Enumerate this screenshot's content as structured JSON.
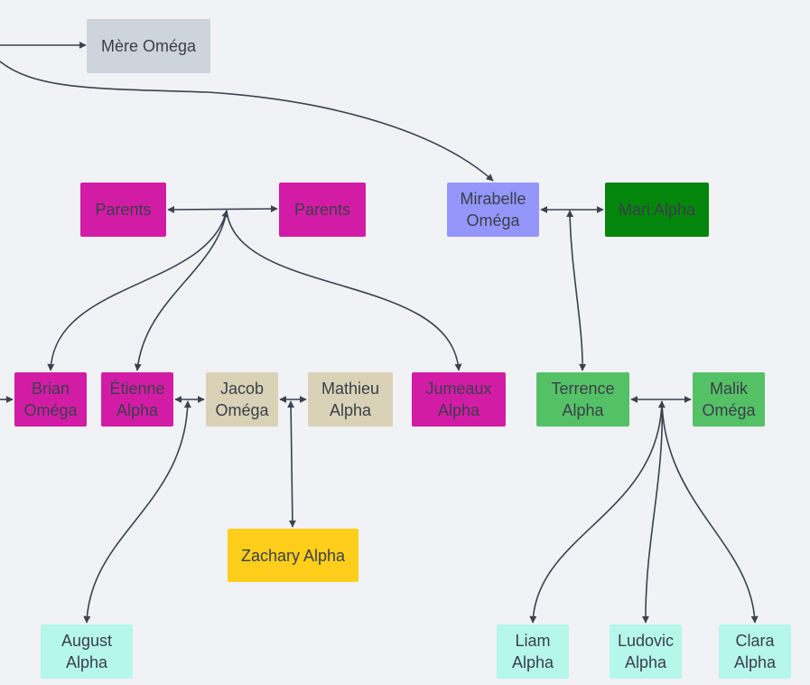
{
  "colors": {
    "background": "#f1f2f5",
    "edge": "#3c4150",
    "gray": "#ced4dc",
    "magenta": "#d31ca6",
    "lavender": "#9596fb",
    "dark_green": "#04850b",
    "beige": "#d9d2b7",
    "green": "#55c166",
    "yellow": "#fece1b",
    "aqua": "#b6f7ec"
  },
  "nodes": {
    "mere": {
      "label": "Mère Oméga",
      "color": "gray"
    },
    "parents_1": {
      "label": "Parents",
      "color": "magenta"
    },
    "parents_2": {
      "label": "Parents",
      "color": "magenta"
    },
    "mirabelle": {
      "label": "Mirabelle\nOméga",
      "color": "lavender"
    },
    "mari": {
      "label": "Mari Alpha",
      "color": "dark_green"
    },
    "brian": {
      "label": "Brian\nOméga",
      "color": "magenta"
    },
    "etienne": {
      "label": "Étienne\nAlpha",
      "color": "magenta"
    },
    "jacob": {
      "label": "Jacob\nOméga",
      "color": "beige"
    },
    "mathieu": {
      "label": "Mathieu\nAlpha",
      "color": "beige"
    },
    "jumeaux": {
      "label": "Jumeaux\nAlpha",
      "color": "magenta"
    },
    "terrence": {
      "label": "Terrence\nAlpha",
      "color": "green"
    },
    "malik": {
      "label": "Malik\nOméga",
      "color": "green"
    },
    "zachary": {
      "label": "Zachary Alpha",
      "color": "yellow"
    },
    "august": {
      "label": "August\nAlpha",
      "color": "aqua"
    },
    "liam": {
      "label": "Liam\nAlpha",
      "color": "aqua"
    },
    "ludovic": {
      "label": "Ludovic\nAlpha",
      "color": "aqua"
    },
    "clara": {
      "label": "Clara\nAlpha",
      "color": "aqua"
    }
  }
}
